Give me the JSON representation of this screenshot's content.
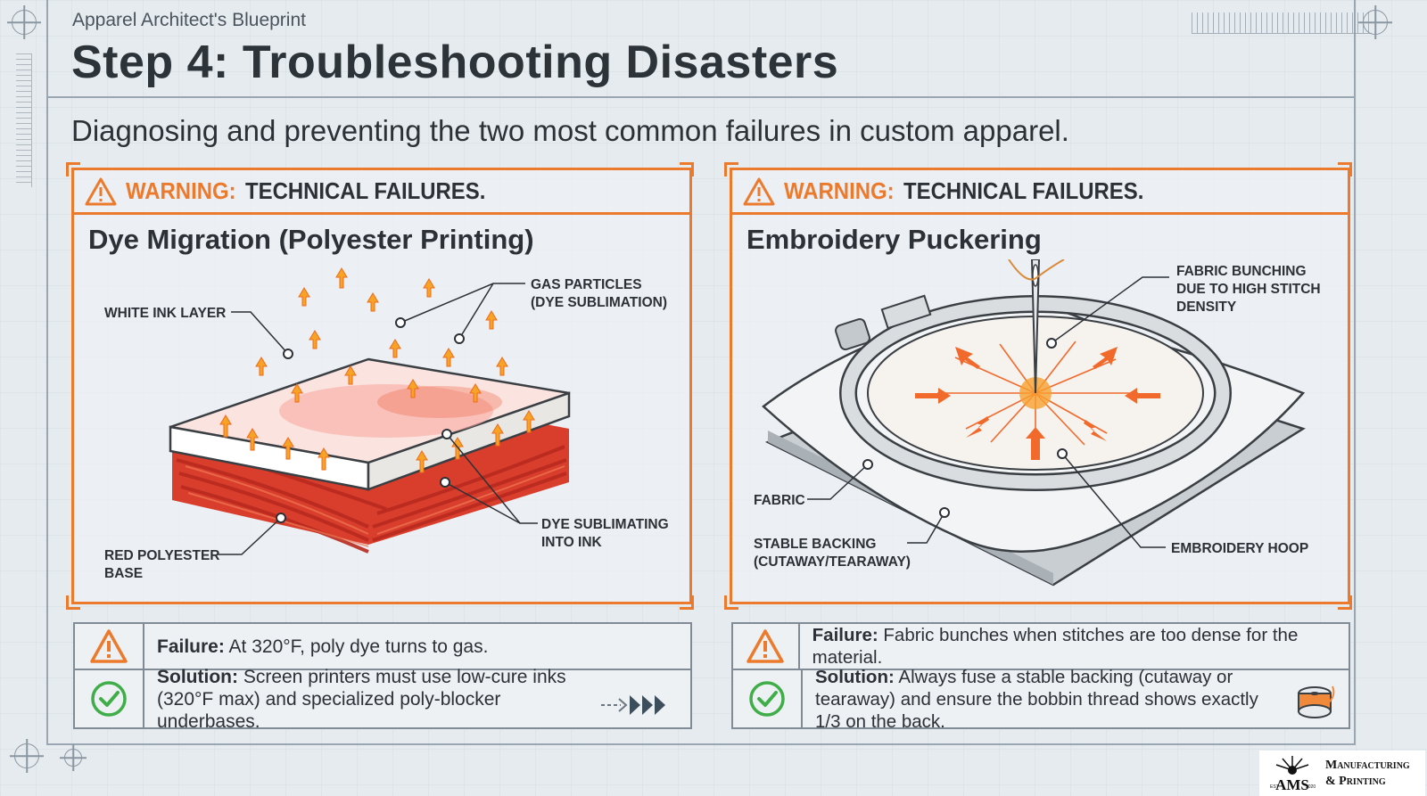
{
  "header": {
    "eyebrow": "Apparel Architect's Blueprint",
    "title": "Step 4: Troubleshooting Disasters",
    "subtitle": "Diagnosing and preventing the two most common failures in custom apparel."
  },
  "panels": [
    {
      "warning_label": "WARNING:",
      "warning_text": "TECHNICAL FAILURES.",
      "title": "Dye Migration (Polyester Printing)",
      "callouts": {
        "white_ink_layer": "WHITE INK LAYER",
        "gas_particles_1": "GAS PARTICLES",
        "gas_particles_2": "(DYE SUBLIMATION)",
        "dye_sublimating_1": "DYE SUBLIMATING",
        "dye_sublimating_2": "INTO INK",
        "red_polyester_1": "RED POLYESTER",
        "red_polyester_2": "BASE"
      },
      "failure_label": "Failure:",
      "failure_text": "At 320°F, poly dye turns to gas.",
      "solution_label": "Solution:",
      "solution_text": "Screen printers must use low-cure inks (320°F max) and specialized poly-blocker underbases."
    },
    {
      "warning_label": "WARNING:",
      "warning_text": "TECHNICAL FAILURES.",
      "title": "Embroidery Puckering",
      "callouts": {
        "fabric_bunching_1": "FABRIC BUNCHING",
        "fabric_bunching_2": "DUE TO HIGH STITCH",
        "fabric_bunching_3": "DENSITY",
        "fabric": "FABRIC",
        "stable_backing_1": "STABLE BACKING",
        "stable_backing_2": "(CUTAWAY/TEARAWAY)",
        "embroidery_hoop": "EMBROIDERY HOOP"
      },
      "failure_label": "Failure:",
      "failure_text": "Fabric bunches when stitches are too dense for the material.",
      "solution_label": "Solution:",
      "solution_text": "Always fuse a stable backing (cutaway or tearaway) and ensure the bobbin thread shows exactly 1/3 on the back."
    }
  ],
  "logo": {
    "mark": "AMS",
    "est": "EST",
    "year": "2020",
    "line1": "Manufacturing",
    "line2": "& Printing"
  },
  "colors": {
    "accent_orange": "#ec7a2c",
    "success_green": "#3fae49",
    "ink_dark": "#2b3137"
  },
  "icons": [
    "warning-triangle-icon",
    "check-circle-icon",
    "arrows-icon",
    "thread-spool-icon",
    "crosshair-icon"
  ]
}
